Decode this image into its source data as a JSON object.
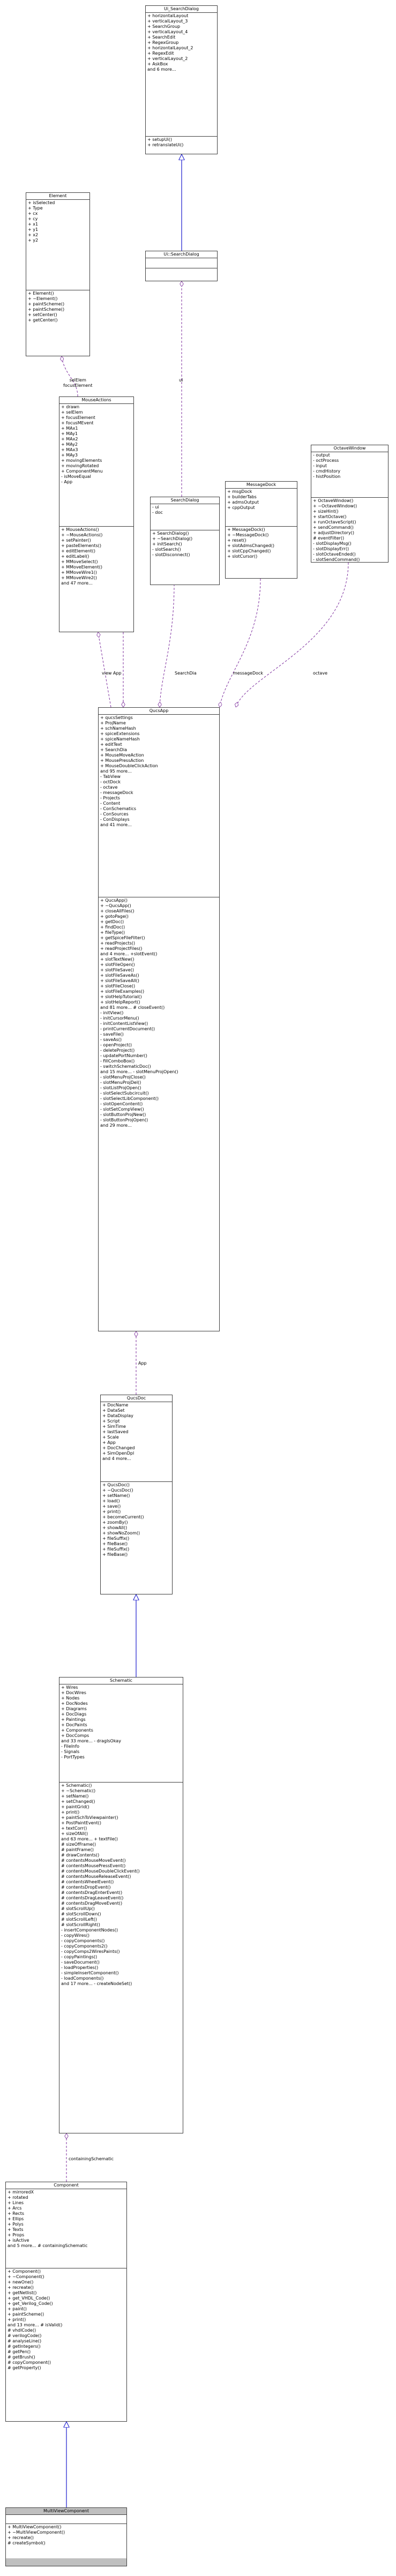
{
  "diagram": {
    "classes": {
      "ui_searchdialog_form": {
        "title": "Ui_SearchDialog",
        "attributes": [
          "+ horizontalLayout",
          "+ verticalLayout_3",
          "+ SearchGroup",
          "+ verticalLayout_4",
          "+ SearchEdit",
          "+ RegexGroup",
          "+ horizontalLayout_2",
          "+ RegexEdit",
          "+ verticalLayout_2",
          "+ AskBox",
          "and 6 more..."
        ],
        "methods": [
          "+ setupUi()",
          "+ retranslateUi()"
        ]
      },
      "ui_searchdialog": {
        "title": "Ui::SearchDialog",
        "attributes": [],
        "methods": []
      },
      "element": {
        "title": "Element",
        "attributes": [
          "+ isSelected",
          "+ Type",
          "+ cx",
          "+ cy",
          "+ x1",
          "+ y1",
          "+ x2",
          "+ y2"
        ],
        "methods": [
          "+ Element()",
          "+ ~Element()",
          "+ paintScheme()",
          "+ paintScheme()",
          "+ setCenter()",
          "+ getCenter()"
        ]
      },
      "mouseactions": {
        "title": "MouseActions",
        "attributes": [
          "+ drawn",
          "+ selElem",
          "+ focusElement",
          "+ focusMEvent",
          "+ MAx1",
          "+ MAy1",
          "+ MAx2",
          "+ MAy2",
          "+ MAx3",
          "+ MAy3",
          "+ movingElements",
          "+ movingRotated",
          "+ ComponentMenu",
          "- isMoveEqual",
          "- App"
        ],
        "methods": [
          "+ MouseActions()",
          "+ ~MouseActions()",
          "+ setPainter()",
          "+ pasteElements()",
          "+ editElement()",
          "+ editLabel()",
          "+ MMoveSelect()",
          "+ MMoveElement()",
          "+ MMoveWire1()",
          "+ MMoveWire2()",
          "and 47 more..."
        ]
      },
      "searchdialog": {
        "title": "SearchDialog",
        "attributes": [
          "- ui",
          "- doc"
        ],
        "methods": [
          "+ SearchDialog()",
          "+ ~SearchDialog()",
          "+ initSearch()",
          "- slotSearch()",
          "- slotDisconnect()"
        ]
      },
      "messagedock": {
        "title": "MessageDock",
        "attributes": [
          "+ msgDock",
          "+ builderTabs",
          "+ admsOutput",
          "+ cppOutput"
        ],
        "methods": [
          "+ MessageDock()",
          "+ ~MessageDock()",
          "+ reset()",
          "+ slotAdmsChanged()",
          "+ slotCppChanged()",
          "+ slotCursor()"
        ]
      },
      "octavewindow": {
        "title": "OctaveWindow",
        "attributes": [
          "- output",
          "- octProcess",
          "- input",
          "- cmdHistory",
          "- histPosition"
        ],
        "methods": [
          "+ OctaveWindow()",
          "+ ~OctaveWindow()",
          "+ sizeHint()",
          "+ startOctave()",
          "+ runOctaveScript()",
          "+ sendCommand()",
          "+ adjustDirectory()",
          "# eventFilter()",
          "- slotDisplayMsg()",
          "- slotDisplayErr()",
          "- slotOctaveEnded()",
          "- slotSendCommand()"
        ]
      },
      "qucsapp": {
        "title": "QucsApp",
        "attributes": [
          "+ qucsSettings",
          "+ ProjName",
          "+ schNameHash",
          "+ spiceExtensions",
          "+ spiceNameHash",
          "+ editText",
          "+ SearchDia",
          "+ MouseMoveAction",
          "+ MousePressAction",
          "+ MouseDoubleClickAction",
          "and 95 more...",
          "- TabView",
          "- octDock",
          "- octave",
          "- messageDock",
          "- Projects",
          "- Content",
          "- ConSchematics",
          "- ConSources",
          "- ConDisplays",
          "and 41 more..."
        ],
        "methods": [
          "+ QucsApp()",
          "+ ~QucsApp()",
          "+ closeAllFiles()",
          "+ gotoPage()",
          "+ getDoc()",
          "+ findDoc()",
          "+ fileType()",
          "+ getSpiceFileFilter()",
          "+ readProjects()",
          "+ readProjectFiles()",
          "and 4 more... +slotEvent()",
          "+ slotTextNew()",
          "+ slotFileOpen()",
          "+ slotFileSave()",
          "+ slotFileSaveAs()",
          "+ slotFileSaveAll()",
          "+ slotFileClose()",
          "+ slotFileExamples()",
          "+ slotHelpTutorial()",
          "+ slotHelpReport()",
          "and 81 more... # closeEvent()",
          "- initView()",
          "- initCursorMenu()",
          "- initContentListView()",
          "- printCurrentDocument()",
          "- saveFile()",
          "- saveAs()",
          "- openProject()",
          "- deleteProject()",
          "- updatePortNumber()",
          "- fillComboBox()",
          "- switchSchematicDoc()",
          "and 15 more... - slotMenuProjOpen()",
          "- slotMenuProjClose()",
          "- slotMenuProjDel()",
          "- slotListProjOpen()",
          "- slotSelectSubcircuit()",
          "- slotSelectLibComponent()",
          "- slotOpenContent()",
          "- slotSetCompView()",
          "- slotButtonProjNew()",
          "- slotButtonProjOpen()",
          "and 29 more..."
        ]
      },
      "qucsdoc": {
        "title": "QucsDoc",
        "attributes": [
          "+ DocName",
          "+ DataSet",
          "+ DataDisplay",
          "+ Script",
          "+ SimTime",
          "+ lastSaved",
          "+ Scale",
          "+ App",
          "+ DocChanged",
          "+ SimOpenDpl",
          "and 4 more..."
        ],
        "methods": [
          "+ QucsDoc()",
          "+ ~QucsDoc()",
          "+ setName()",
          "+ load()",
          "+ save()",
          "+ print()",
          "+ becomeCurrent()",
          "+ zoomBy()",
          "+ showAll()",
          "+ showNoZoom()",
          "+ fileSuffix()",
          "+ fileBase()",
          "+ fileSuffix()",
          "+ fileBase()"
        ]
      },
      "schematic": {
        "title": "Schematic",
        "attributes": [
          "+ Wires",
          "+ DocWires",
          "+ Nodes",
          "+ DocNodes",
          "+ Diagrams",
          "+ DocDiags",
          "+ Paintings",
          "+ DocPaints",
          "+ Components",
          "+ DocComps",
          "and 33 more... - dragIsOkay",
          "- FileInfo",
          "- Signals",
          "- PortTypes"
        ],
        "methods": [
          "+ Schematic()",
          "+ ~Schematic()",
          "+ setName()",
          "+ setChanged()",
          "+ paintGrid()",
          "+ print()",
          "+ paintSchToViewpainter()",
          "+ PostPaintEvent()",
          "+ textCorr()",
          "+ sizeOfAll()",
          "and 63 more... + textFile()",
          "# sizeOfFrame()",
          "# paintFrame()",
          "# drawContents()",
          "# contentsMouseMoveEvent()",
          "# contentsMousePressEvent()",
          "# contentsMouseDoubleClickEvent()",
          "# contentsMouseReleaseEvent()",
          "# contentsWheelEvent()",
          "# contentsDropEvent()",
          "# contentsDragEnterEvent()",
          "# contentsDragLeaveEvent()",
          "# contentsDragMoveEvent()",
          "# slotScrollUp()",
          "# slotScrollDown()",
          "# slotScrollLeft()",
          "# slotScrollRight()",
          "- insertComponentNodes()",
          "- copyWires()",
          "- copyComponents()",
          "- copyComponents2()",
          "- copyComps2WiresPaints()",
          "- copyPaintings()",
          "- saveDocument()",
          "- loadProperties()",
          "- simpleInsertComponent()",
          "- loadComponents()",
          "and 17 more... - createNodeSet()"
        ]
      },
      "component": {
        "title": "Component",
        "attributes": [
          "+ mirroredX",
          "+ rotated",
          "+ Lines",
          "+ Arcs",
          "+ Rects",
          "+ Ellips",
          "+ Polys",
          "+ Texts",
          "+ Props",
          "+ isActive",
          "and 5 more... # containingSchematic"
        ],
        "methods": [
          "+ Component()",
          "+ ~Component()",
          "+ newOne()",
          "+ recreate()",
          "+ getNetlist()",
          "+ get_VHDL_Code()",
          "+ get_Verilog_Code()",
          "+ paint()",
          "+ paintScheme()",
          "+ print()",
          "and 13 more... # isValid()",
          "# vhdlCode()",
          "# verilogCode()",
          "# analyseLine()",
          "# getIntegers()",
          "# getPen()",
          "# getBrush()",
          "# copyComponent()",
          "# getProperty()"
        ]
      },
      "multiviewcomponent": {
        "title": "MultiViewComponent",
        "attributes": [],
        "methods": [
          "+ MultiViewComponent()",
          "+ ~MultiViewComponent()",
          "+ recreate()",
          "# createSymbol()"
        ]
      }
    },
    "edge_labels": {
      "ui_to_form": "ui",
      "selelem": "selElem\nfocusElement",
      "view_app": "view  App",
      "searchdia": "SearchDia",
      "messagedock": "messageDock",
      "octave": "octave",
      "app": "App",
      "containing": "containingSchematic"
    }
  }
}
